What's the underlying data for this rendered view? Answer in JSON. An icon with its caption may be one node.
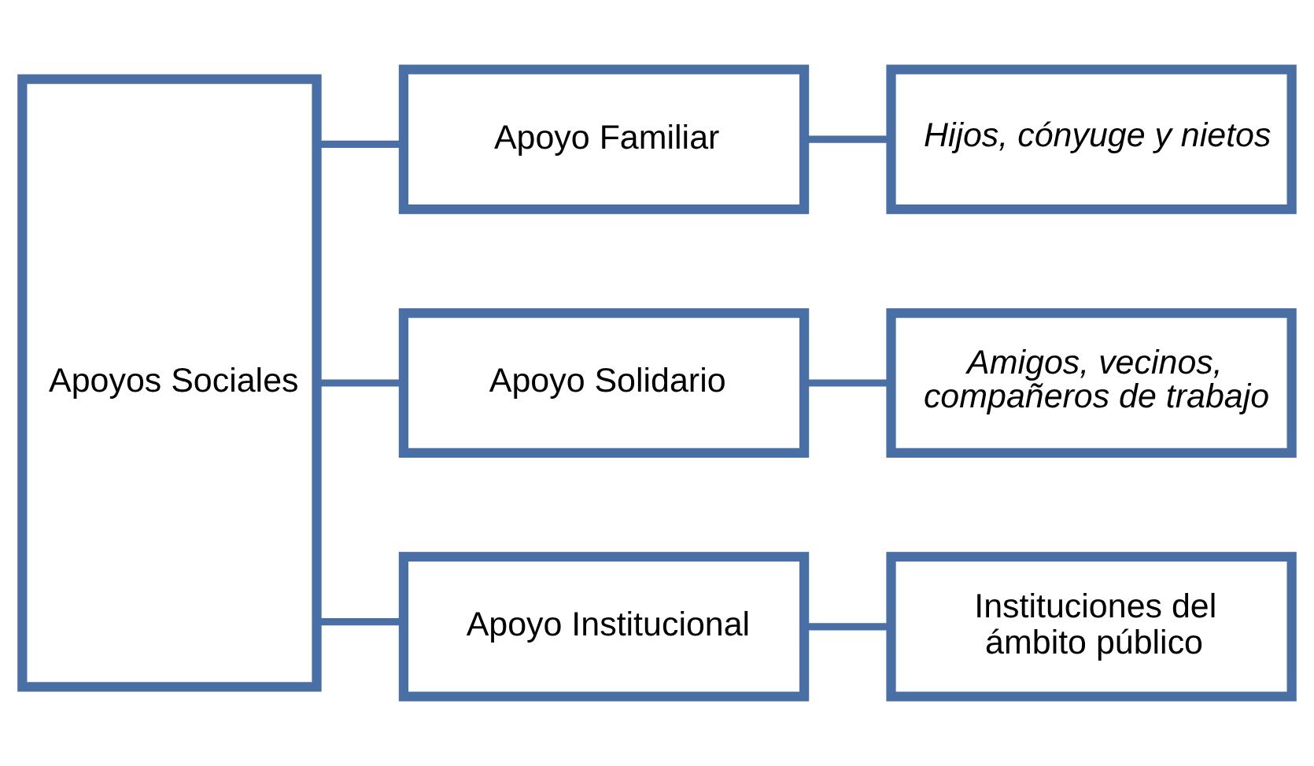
{
  "diagram": {
    "nodes": [
      {
        "text": [
          "Apoyos Sociales"
        ]
      },
      {
        "text": [
          "Apoyo Familiar"
        ]
      },
      {
        "text": [
          "Hijos, cónyuge y nietos"
        ]
      },
      {
        "text": [
          "Apoyo Solidario"
        ]
      },
      {
        "text": [
          "Amigos, vecinos, compañeros de trabajo"
        ]
      },
      {
        "text": [
          "Apoyo Institucional"
        ]
      },
      {
        "text": [
          "Instituciones del ámbito público"
        ]
      }
    ],
    "edges": [
      {
        "from": 0,
        "to": 1,
        "arrow": "none"
      },
      {
        "from": 0,
        "to": 3,
        "arrow": "none"
      },
      {
        "from": 0,
        "to": 5,
        "arrow": "none"
      },
      {
        "from": 1,
        "to": 2,
        "arrow": "none"
      },
      {
        "from": 3,
        "to": 4,
        "arrow": "none"
      },
      {
        "from": 5,
        "to": 6,
        "arrow": "none"
      }
    ]
  }
}
